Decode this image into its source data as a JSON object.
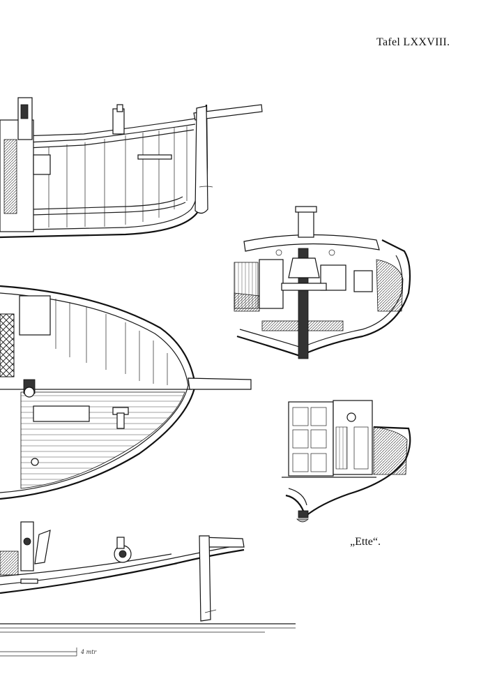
{
  "plate": {
    "title": "Tafel LXXVIII."
  },
  "caption": {
    "vessel_name": "„Ette“."
  },
  "scale": {
    "label": "4 mtr"
  }
}
